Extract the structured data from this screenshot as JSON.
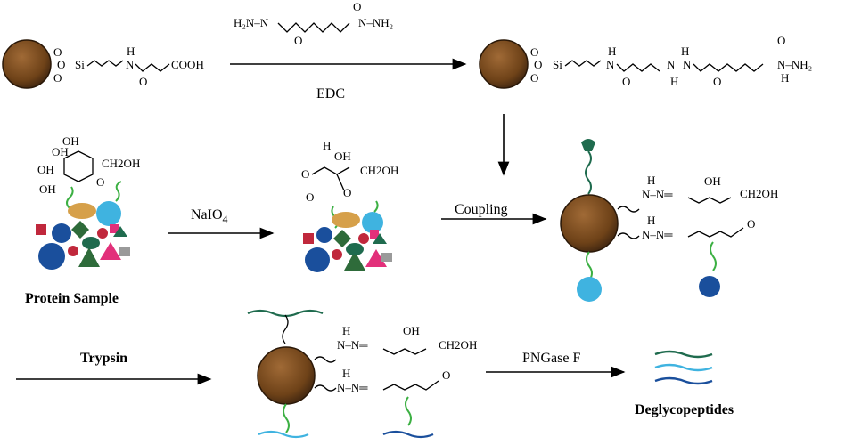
{
  "labels": {
    "reagent_edc": "EDC",
    "reagent_naio4_main": "NaIO",
    "reagent_naio4_sub": "4",
    "step_coupling": "Coupling",
    "step_trypsin": "Trypsin",
    "step_pngase": "PNGase F",
    "protein_sample": "Protein Sample",
    "product_deglyco": "Deglycopeptides"
  },
  "chemistry": {
    "si": "Si",
    "o": "O",
    "h": "H",
    "n": "N",
    "cooh": "COOH",
    "oh": "OH",
    "ch2oh": "CH2OH",
    "h2n": "H2N",
    "nh2": "NH2",
    "hydrazide_left": "H₂N–N",
    "hydrazide_right": "N–NH₂",
    "hn_n": "H",
    "nn_eq": "N–N═",
    "nh_nh2": "N–NH₂"
  },
  "colors": {
    "bead": "#7a4a1e",
    "bead_dark": "#3d2410",
    "glycan_green": "#3cb043",
    "teal": "#1f6b4e",
    "cyan": "#3fb3e0",
    "navy": "#1a4f9c",
    "red": "#c0283c",
    "pink": "#e2307a",
    "orange": "#d6a04a",
    "gray": "#9a9a9a",
    "dark_green": "#2e6b3a"
  }
}
